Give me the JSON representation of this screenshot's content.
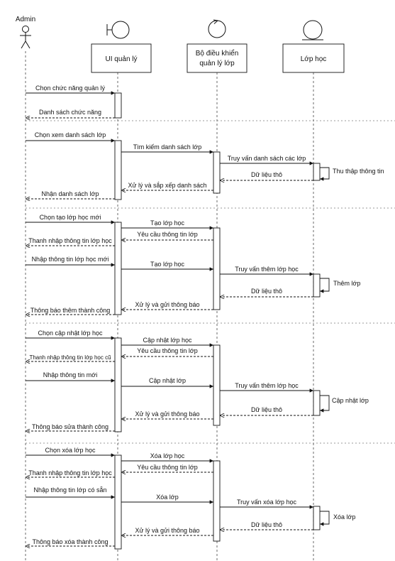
{
  "participants": {
    "admin": "Admin",
    "ui": "UI quản lý",
    "ctrl_line1": "Bộ điều khiển",
    "ctrl_line2": "quản lý lớp",
    "entity": "Lớp học"
  },
  "messages": [
    "Chọn chức năng quản lý",
    "Danh sách chức  năng",
    "Chọn xem danh sách lớp",
    "Tìm kiếm danh sách lớp",
    "Truy vấn danh sách các lớp",
    "Thu thập thông tin",
    "Dữ liệu thô",
    "Xử lý và sắp xếp danh sách",
    "Nhận danh sách lớp",
    "Chọn tạo lớp học mới",
    "Tạo lớp học",
    "Yêu cầu thông tin lớp",
    "Thanh nhập thông tin lớp học",
    "Nhập thông tin lớp học mới",
    "Tạo lớp học",
    "Truy vấn thêm lớp học",
    "Thêm lớp",
    "Dữ liệu thô",
    "Xử lý và gửi thông báo",
    "Thông báo thêm thành công",
    "Chọn cập nhật lớp học",
    "Cập nhật lớp học",
    "Yêu cầu thông tin lớp",
    "Thanh nhập thông tin lớp học cũ",
    "Nhập thông tin mới",
    "Cập nhật lớp",
    "Truy vấn thêm lớp học",
    "Cập nhật lớp",
    "Dữ liệu thô",
    "Xử lý và gửi thông báo",
    "Thông báo sửa thành công",
    "Chọn xóa lớp học",
    "Xóa lớp học",
    "Yêu cầu thông tin lớp",
    "Thanh nhập thông tin lớp học",
    "Nhập thông tin lớp có sẵn",
    "Xóa lớp",
    "Truy vấn xóa lớp học",
    "Xóa lớp",
    "Dữ liệu thô",
    "Xử lý và gửi thông báo",
    "Thông báo xóa thành công"
  ]
}
